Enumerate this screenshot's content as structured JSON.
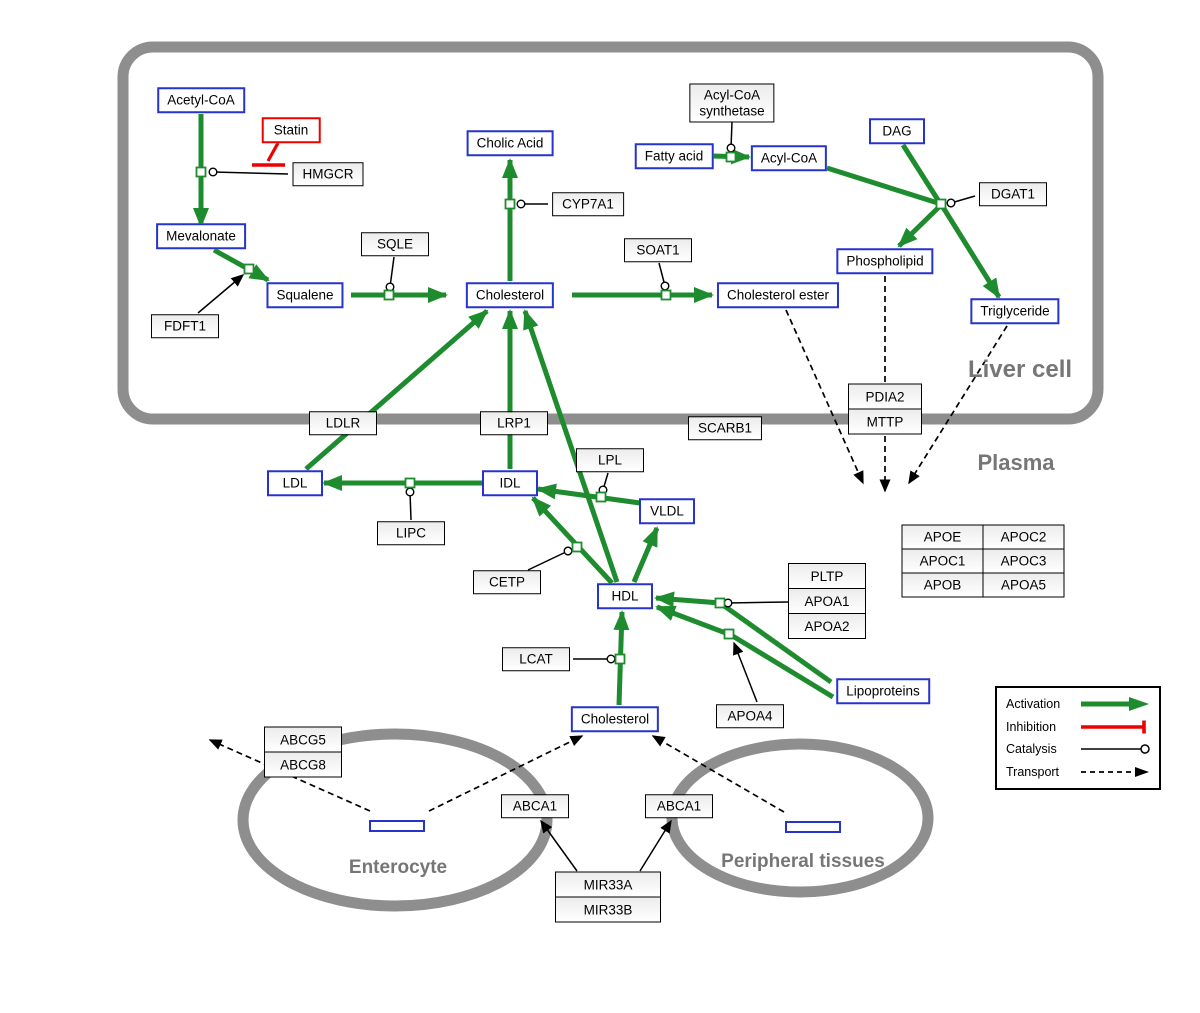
{
  "regions": {
    "liver": "Liver cell",
    "plasma": "Plasma",
    "enterocyte": "Enterocyte",
    "peripheral": "Peripheral tissues"
  },
  "nodes": {
    "acetyl_coa": "Acetyl-CoA",
    "statin": "Statin",
    "hmgcr": "HMGCR",
    "mevalonate": "Mevalonate",
    "fdft1": "FDFT1",
    "squalene": "Squalene",
    "sqle": "SQLE",
    "cholic_acid": "Cholic Acid",
    "cyp7a1": "CYP7A1",
    "cholesterol_liver": "Cholesterol",
    "soat1": "SOAT1",
    "cholesterol_ester": "Cholesterol ester",
    "acs_line1": "Acyl-CoA",
    "acs_line2": "synthetase",
    "fatty_acid": "Fatty acid",
    "acyl_coa": "Acyl-CoA",
    "dag": "DAG",
    "dgat1": "DGAT1",
    "phospholipid": "Phospholipid",
    "triglyceride": "Triglyceride",
    "pdia2": "PDIA2",
    "mttp": "MTTP",
    "ldlr": "LDLR",
    "lrp1": "LRP1",
    "scarb1": "SCARB1",
    "ldl": "LDL",
    "idl": "IDL",
    "vldl": "VLDL",
    "hdl": "HDL",
    "lpl": "LPL",
    "lipc": "LIPC",
    "cetp": "CETP",
    "lcat": "LCAT",
    "pltp": "PLTP",
    "apoa1": "APOA1",
    "apoa2": "APOA2",
    "apoa4": "APOA4",
    "lipoproteins": "Lipoproteins",
    "cholesterol_plasma": "Cholesterol",
    "apo_table": [
      [
        "APOE",
        "APOC2"
      ],
      [
        "APOC1",
        "APOC3"
      ],
      [
        "APOB",
        "APOA5"
      ]
    ],
    "abcg5": "ABCG5",
    "abcg8": "ABCG8",
    "abca1_enterocyte": "ABCA1",
    "abca1_peripheral": "ABCA1",
    "mir33a": "MIR33A",
    "mir33b": "MIR33B"
  },
  "legend": {
    "activation": "Activation",
    "inhibition": "Inhibition",
    "catalysis": "Catalysis",
    "transport": "Transport"
  },
  "colors": {
    "activation_green": "#1e8c2e",
    "inhibition_red": "#ee0000",
    "metabolite_border_blue": "#2633cc",
    "membrane_gray": "#8e8e8e"
  }
}
